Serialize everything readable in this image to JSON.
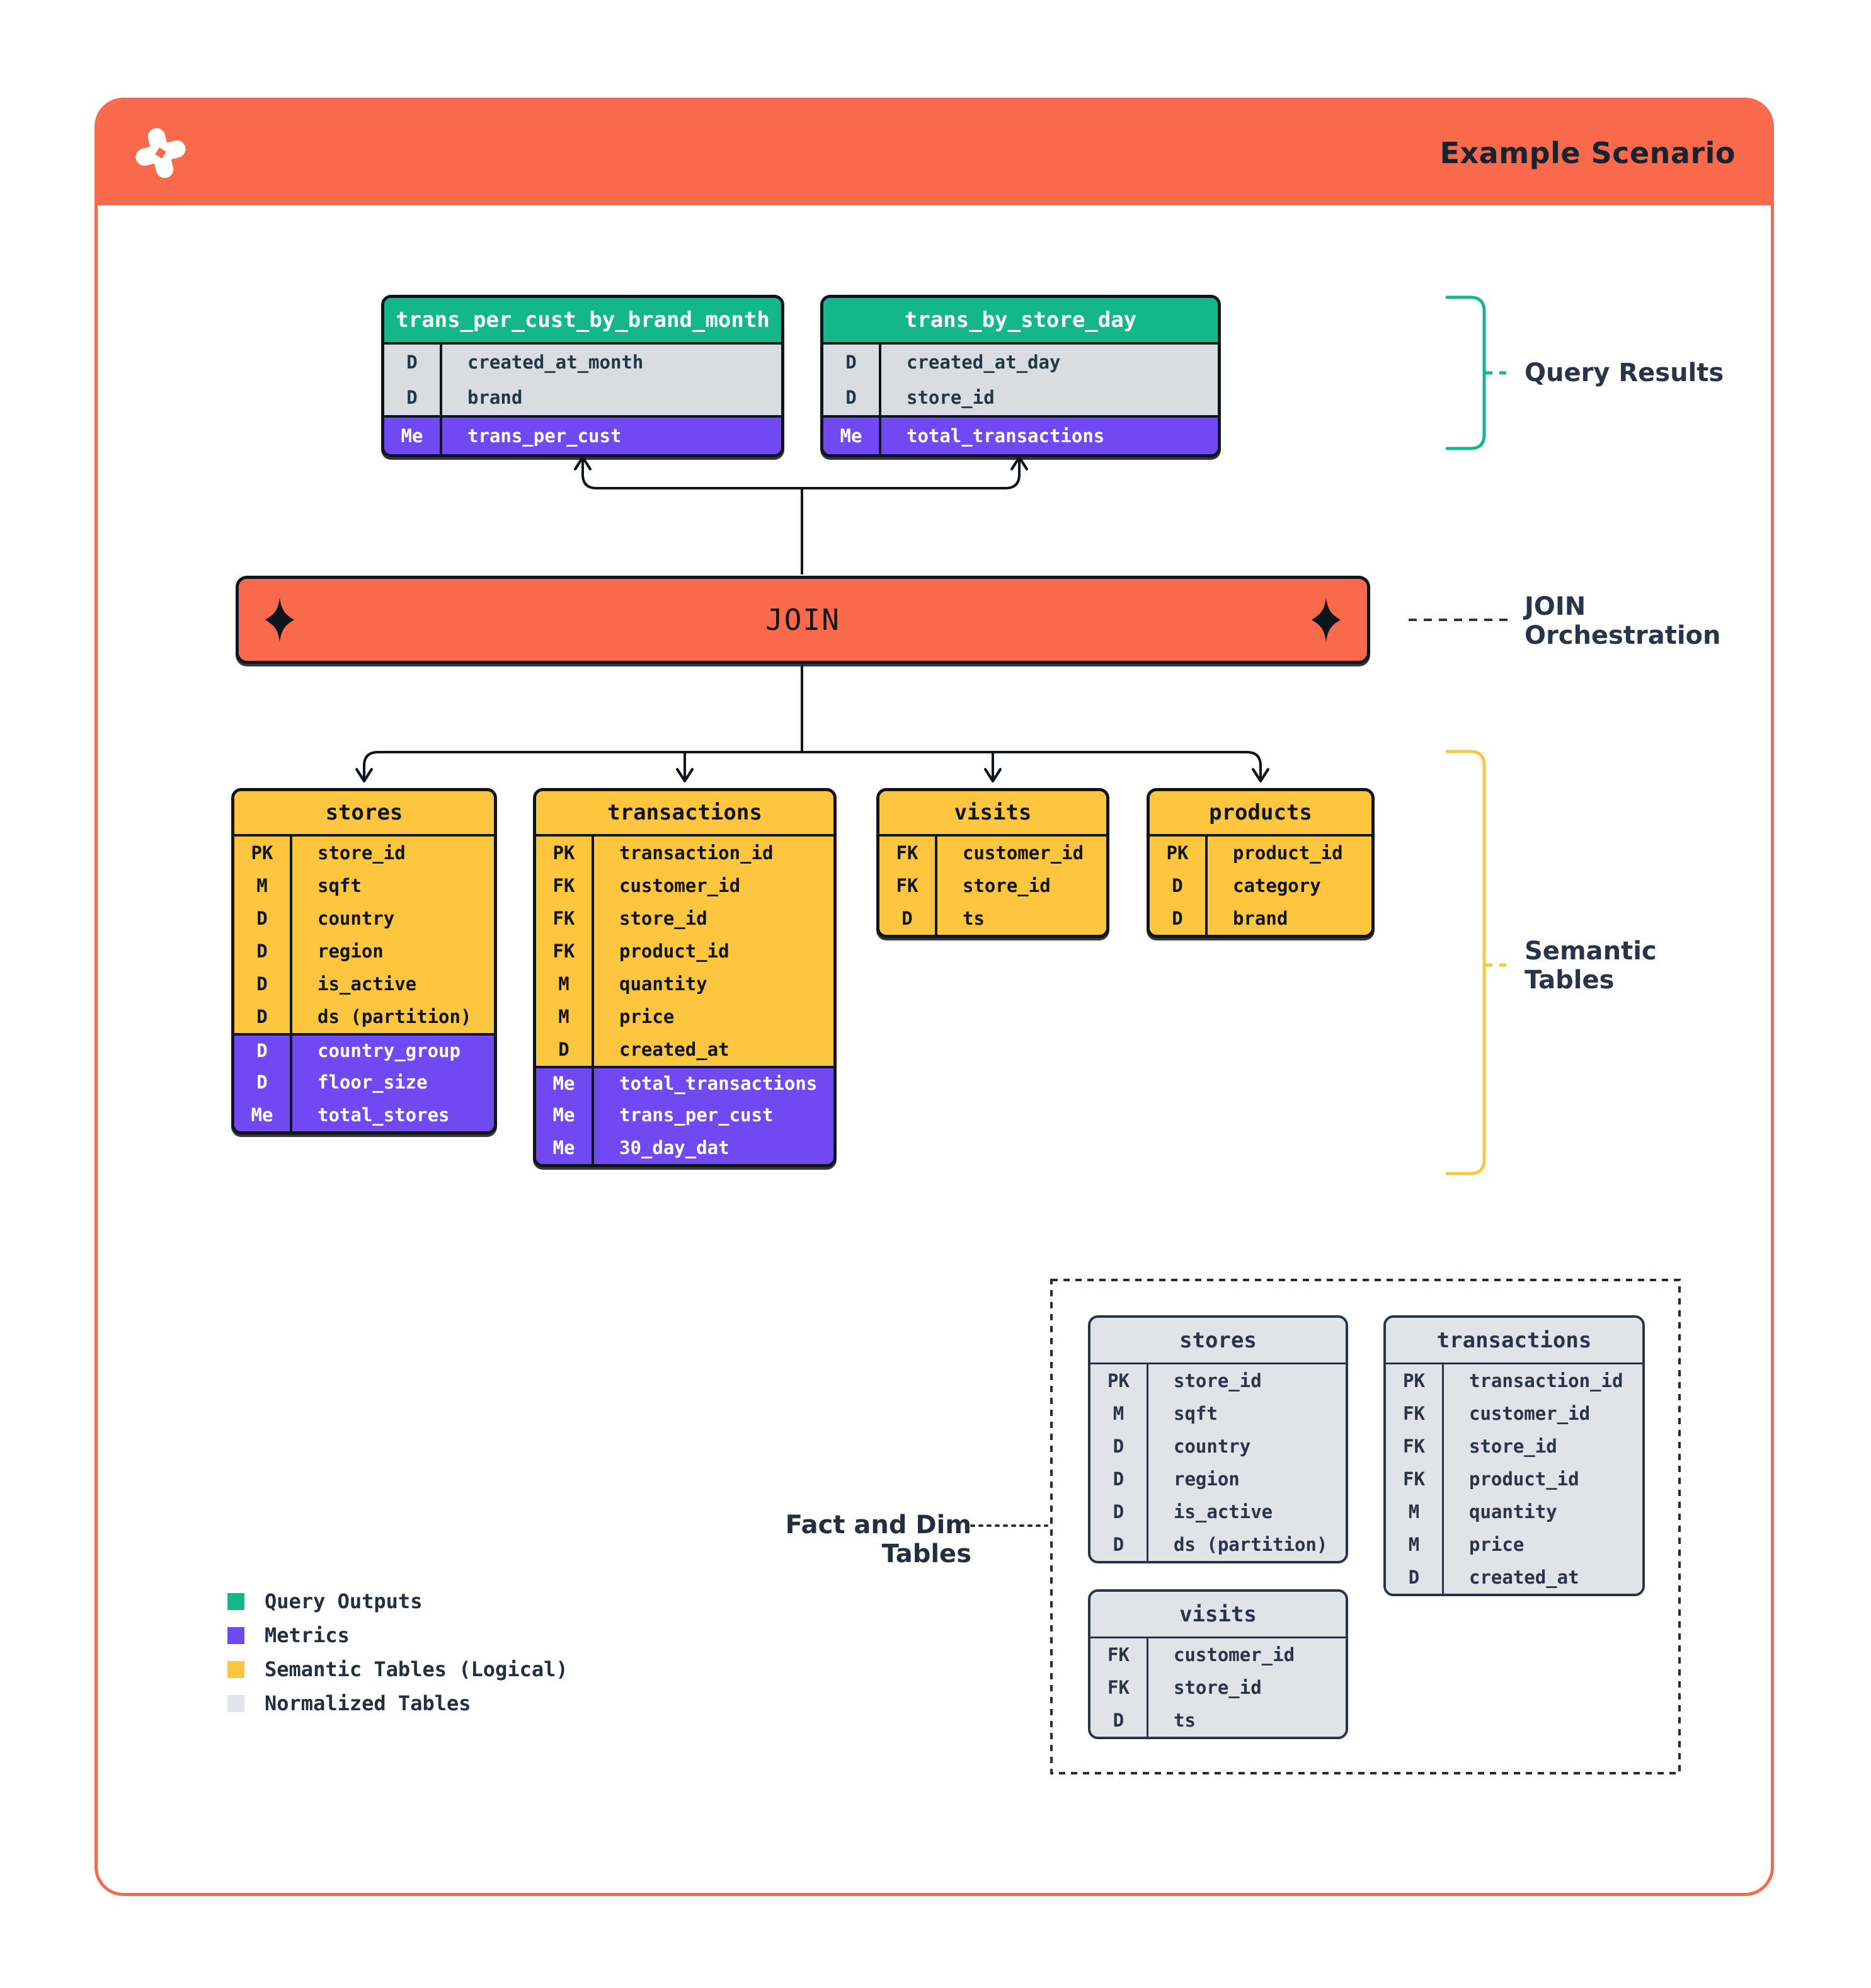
{
  "header": {
    "title": "Example Scenario"
  },
  "join": {
    "label": "JOIN"
  },
  "annotations": {
    "query_results": "Query Results",
    "join_orchestration": [
      "JOIN",
      "Orchestration"
    ],
    "semantic_tables": [
      "Semantic",
      "Tables"
    ],
    "fact_and_dim": "Fact and Dim Tables"
  },
  "query_results": {
    "tables": [
      {
        "name": "trans_per_cust_by_brand_month",
        "rows": [
          {
            "k": "D",
            "n": "created_at_month",
            "s": "b"
          },
          {
            "k": "D",
            "n": "brand",
            "s": "b"
          },
          {
            "k": "Me",
            "n": "trans_per_cust",
            "s": "m"
          }
        ]
      },
      {
        "name": "trans_by_store_day",
        "rows": [
          {
            "k": "D",
            "n": "created_at_day",
            "s": "b"
          },
          {
            "k": "D",
            "n": "store_id",
            "s": "b"
          },
          {
            "k": "Me",
            "n": "total_transactions",
            "s": "m"
          }
        ]
      }
    ]
  },
  "semantic_tables": {
    "tables": [
      {
        "name": "stores",
        "rows": [
          {
            "k": "PK",
            "n": "store_id",
            "s": "b"
          },
          {
            "k": "M",
            "n": "sqft",
            "s": "b"
          },
          {
            "k": "D",
            "n": "country",
            "s": "b"
          },
          {
            "k": "D",
            "n": "region",
            "s": "b"
          },
          {
            "k": "D",
            "n": "is_active",
            "s": "b"
          },
          {
            "k": "D",
            "n": "ds (partition)",
            "s": "b"
          },
          {
            "k": "D",
            "n": "country_group",
            "s": "m"
          },
          {
            "k": "D",
            "n": "floor_size",
            "s": "m"
          },
          {
            "k": "Me",
            "n": "total_stores",
            "s": "m"
          }
        ]
      },
      {
        "name": "transactions",
        "rows": [
          {
            "k": "PK",
            "n": "transaction_id",
            "s": "b"
          },
          {
            "k": "FK",
            "n": "customer_id",
            "s": "b"
          },
          {
            "k": "FK",
            "n": "store_id",
            "s": "b"
          },
          {
            "k": "FK",
            "n": "product_id",
            "s": "b"
          },
          {
            "k": "M",
            "n": "quantity",
            "s": "b"
          },
          {
            "k": "M",
            "n": "price",
            "s": "b"
          },
          {
            "k": "D",
            "n": "created_at",
            "s": "b"
          },
          {
            "k": "Me",
            "n": "total_transactions",
            "s": "m"
          },
          {
            "k": "Me",
            "n": "trans_per_cust",
            "s": "m"
          },
          {
            "k": "Me",
            "n": "30_day_dat",
            "s": "m"
          }
        ]
      },
      {
        "name": "visits",
        "rows": [
          {
            "k": "FK",
            "n": "customer_id",
            "s": "b"
          },
          {
            "k": "FK",
            "n": "store_id",
            "s": "b"
          },
          {
            "k": "D",
            "n": "ts",
            "s": "b"
          }
        ]
      },
      {
        "name": "products",
        "rows": [
          {
            "k": "PK",
            "n": "product_id",
            "s": "b"
          },
          {
            "k": "D",
            "n": "category",
            "s": "b"
          },
          {
            "k": "D",
            "n": "brand",
            "s": "b"
          }
        ]
      }
    ]
  },
  "normalized_tables": {
    "tables": [
      {
        "name": "stores",
        "rows": [
          {
            "k": "PK",
            "n": "store_id",
            "s": "b"
          },
          {
            "k": "M",
            "n": "sqft",
            "s": "b"
          },
          {
            "k": "D",
            "n": "country",
            "s": "b"
          },
          {
            "k": "D",
            "n": "region",
            "s": "b"
          },
          {
            "k": "D",
            "n": "is_active",
            "s": "b"
          },
          {
            "k": "D",
            "n": "ds (partition)",
            "s": "b"
          }
        ]
      },
      {
        "name": "transactions",
        "rows": [
          {
            "k": "PK",
            "n": "transaction_id",
            "s": "b"
          },
          {
            "k": "FK",
            "n": "customer_id",
            "s": "b"
          },
          {
            "k": "FK",
            "n": "store_id",
            "s": "b"
          },
          {
            "k": "FK",
            "n": "product_id",
            "s": "b"
          },
          {
            "k": "M",
            "n": "quantity",
            "s": "b"
          },
          {
            "k": "M",
            "n": "price",
            "s": "b"
          },
          {
            "k": "D",
            "n": "created_at",
            "s": "b"
          }
        ]
      },
      {
        "name": "visits",
        "rows": [
          {
            "k": "FK",
            "n": "customer_id",
            "s": "b"
          },
          {
            "k": "FK",
            "n": "store_id",
            "s": "b"
          },
          {
            "k": "D",
            "n": "ts",
            "s": "b"
          }
        ]
      }
    ]
  },
  "legend": [
    {
      "label": "Query Outputs",
      "color": "#13B789"
    },
    {
      "label": "Metrics",
      "color": "#7149F2"
    },
    {
      "label": "Semantic Tables (Logical)",
      "color": "#FEC53E"
    },
    {
      "label": "Normalized Tables",
      "color": "#E0E3E8"
    }
  ],
  "colors": {
    "orange": "#F9694C",
    "green": "#13B789",
    "purple": "#7149F2",
    "yellow": "#FEC53E",
    "result_row_gray": "#D9DDE2",
    "normalized_gray": "#E0E3E8",
    "ink": "#10151C",
    "navy": "#2A3448"
  }
}
